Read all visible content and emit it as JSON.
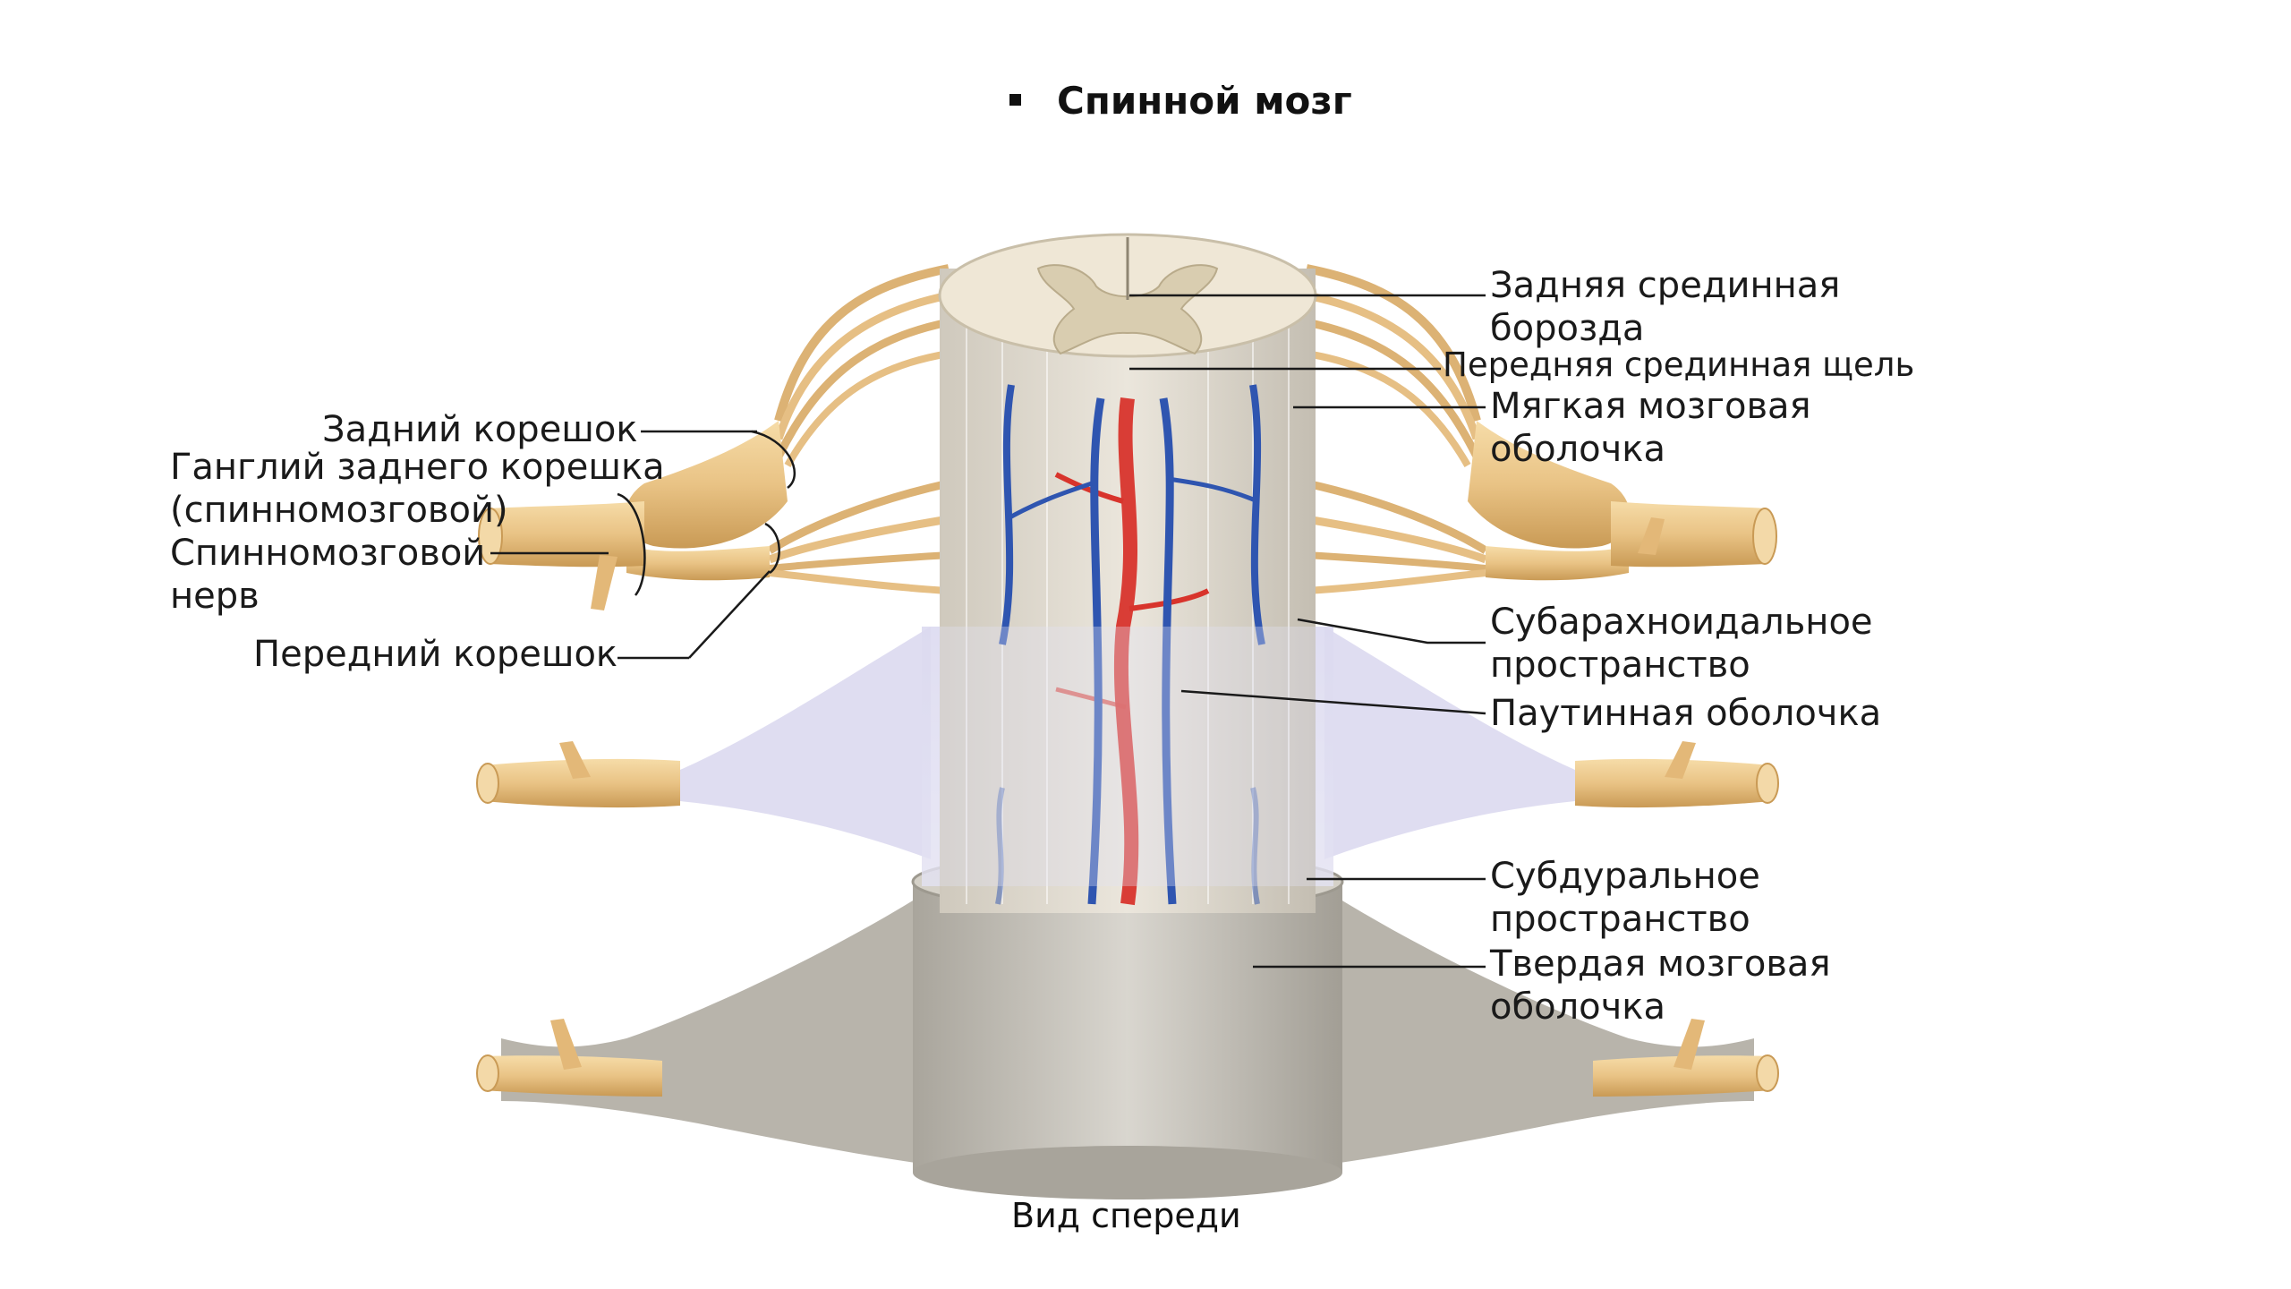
{
  "title": "Спинной мозг",
  "caption": "Вид спереди",
  "labels": {
    "posterior_median_sulcus": [
      "Задняя срединная",
      "борозда"
    ],
    "anterior_median_fissure": "Передняя срединная щель",
    "pia_mater": [
      "Мягкая мозговая",
      "оболочка"
    ],
    "subarachnoid_space": [
      "Субарахноидальное",
      "пространство"
    ],
    "arachnoid_mater": "Паутинная оболочка",
    "subdural_space": [
      "Субдуральное",
      "пространство"
    ],
    "dura_mater": [
      "Твердая мозговая",
      "оболочка"
    ],
    "posterior_root": "Задний корешок",
    "dorsal_root_ganglion": [
      "Ганглий заднего корешка",
      "(спинномозговой)"
    ],
    "spinal_nerve": [
      "Спинномозговой",
      "нерв"
    ],
    "anterior_root": "Передний корешок"
  },
  "colors": {
    "nerve": "#e8c38a",
    "nerve_dark": "#c99a55",
    "white_matter": "#efe7d6",
    "grey_matter": "#d9cdb0",
    "artery": "#d8342c",
    "vein": "#2f55b0",
    "arachnoid": "#cfcde8",
    "dura": "#bdbab2"
  }
}
